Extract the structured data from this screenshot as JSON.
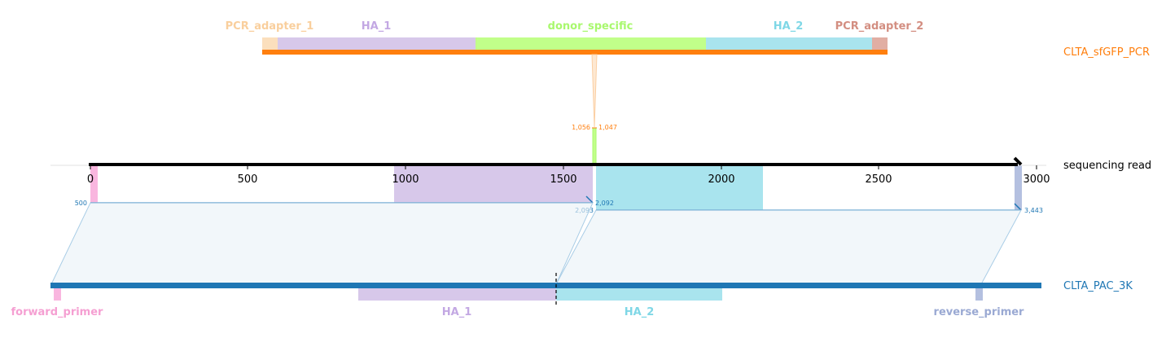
{
  "colors": {
    "pcr_adapter_1": "#fbdfbd",
    "ha_1": "#d7c8ea",
    "donor_specific": "#c1ff8a",
    "ha_2": "#a9e4ee",
    "pcr_adapter_2": "#e1aea3",
    "pcr_track": "#ff7f0e",
    "pac_track": "#1f77b4",
    "forward_primer": "#f9b6df",
    "reverse_primer": "#b4c0e0",
    "read_arrow": "#000000",
    "connector": "#1f77b4",
    "band_fill": "#e9f1f7"
  },
  "top_features": [
    {
      "name": "PCR_adapter_1",
      "color_key": "pcr_adapter_1",
      "text_color": "#f9cf9d"
    },
    {
      "name": "HA_1",
      "color_key": "ha_1",
      "text_color": "#c3a8e3"
    },
    {
      "name": "donor_specific",
      "color_key": "donor_specific",
      "text_color": "#a9f86e"
    },
    {
      "name": "HA_2",
      "color_key": "ha_2",
      "text_color": "#7fd7e6"
    },
    {
      "name": "PCR_adapter_2",
      "color_key": "pcr_adapter_2",
      "text_color": "#d38e81"
    }
  ],
  "bottom_features": [
    {
      "name": "forward_primer",
      "text_color": "#f59fd2"
    },
    {
      "name": "HA_1",
      "text_color": "#c3a8e3"
    },
    {
      "name": "HA_2",
      "text_color": "#7fd7e6"
    },
    {
      "name": "reverse_primer",
      "text_color": "#9aa9d3"
    }
  ],
  "side_labels": {
    "top": "CLTA_sfGFP_PCR",
    "middle": "sequencing read",
    "bottom": "CLTA_PAC_3K"
  },
  "axis": {
    "ticks": [
      0,
      500,
      1000,
      1500,
      2000,
      2500,
      3000
    ],
    "tick_labels": [
      "0",
      "500",
      "1000",
      "1500",
      "2000",
      "2500",
      "3000"
    ]
  },
  "annotations": {
    "top_left": "1,056",
    "top_right": "1,047",
    "read_left_start": "500",
    "read_left_end": "2,092",
    "read_right_start": "2,093",
    "read_right_end": "3,443"
  }
}
